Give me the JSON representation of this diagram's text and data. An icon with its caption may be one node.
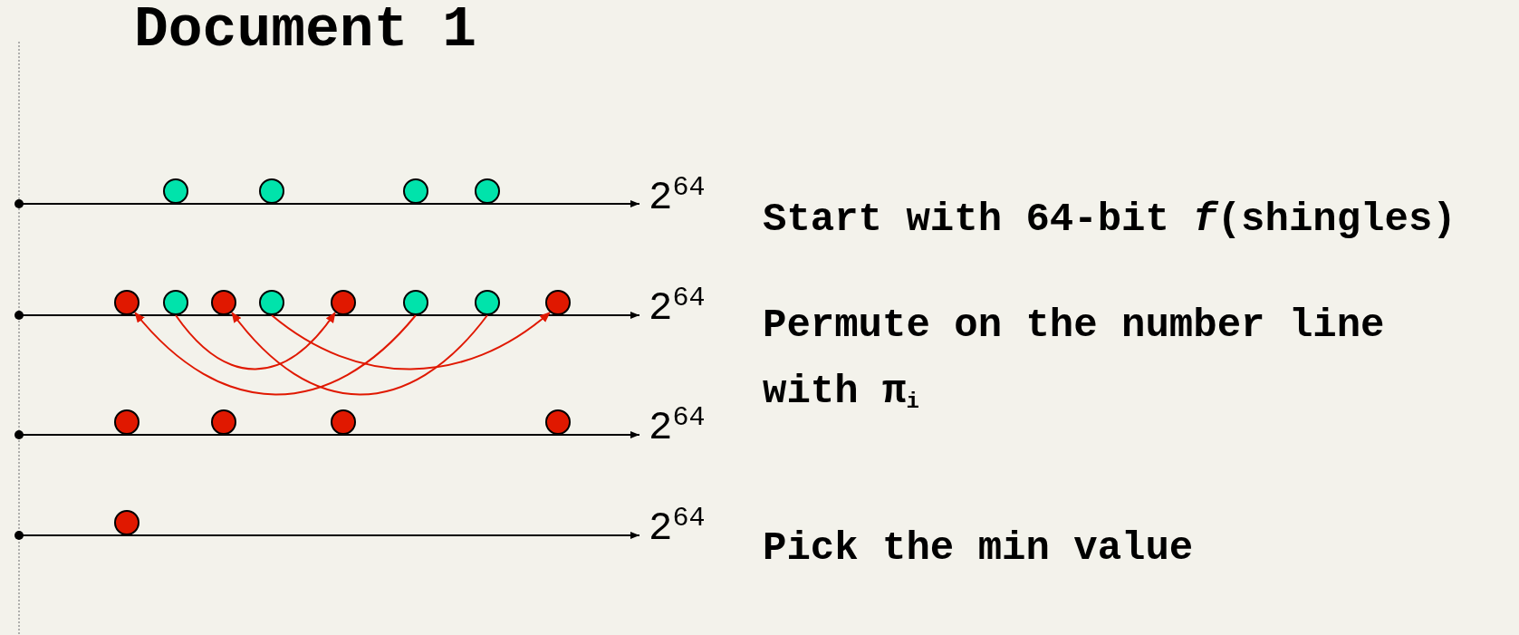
{
  "diagram": {
    "title": "Document 1",
    "nodes": [
      {
        "text": [],
        "shape": "circle"
      },
      {
        "text": [],
        "shape": "circle"
      },
      {
        "text": [],
        "shape": "circle"
      },
      {
        "text": [],
        "shape": "circle"
      },
      {
        "text": [],
        "shape": "circle"
      },
      {
        "text": [],
        "shape": "circle"
      },
      {
        "text": [],
        "shape": "circle"
      },
      {
        "text": [],
        "shape": "circle"
      },
      {
        "text": [],
        "shape": "circle"
      },
      {
        "text": [],
        "shape": "circle"
      },
      {
        "text": [],
        "shape": "circle"
      },
      {
        "text": [],
        "shape": "circle"
      },
      {
        "text": [],
        "shape": "circle"
      },
      {
        "text": [],
        "shape": "circle"
      },
      {
        "text": [],
        "shape": "circle"
      },
      {
        "text": [],
        "shape": "circle"
      },
      {
        "text": [],
        "shape": "circle"
      }
    ],
    "edges": [
      {
        "from": 5,
        "to": 8,
        "arrow": "to"
      },
      {
        "from": 7,
        "to": 11,
        "arrow": "to"
      },
      {
        "from": 9,
        "to": 4,
        "arrow": "to"
      },
      {
        "from": 10,
        "to": 6,
        "arrow": "to"
      }
    ],
    "labels": [
      "2$^{64}$",
      "Start with 64-bit *f*(shingles)",
      "2$^{64}$",
      "Permute on the number line with π$_{i}$",
      "2$^{64}$",
      "2$^{64}$",
      "Pick the min value"
    ]
  }
}
